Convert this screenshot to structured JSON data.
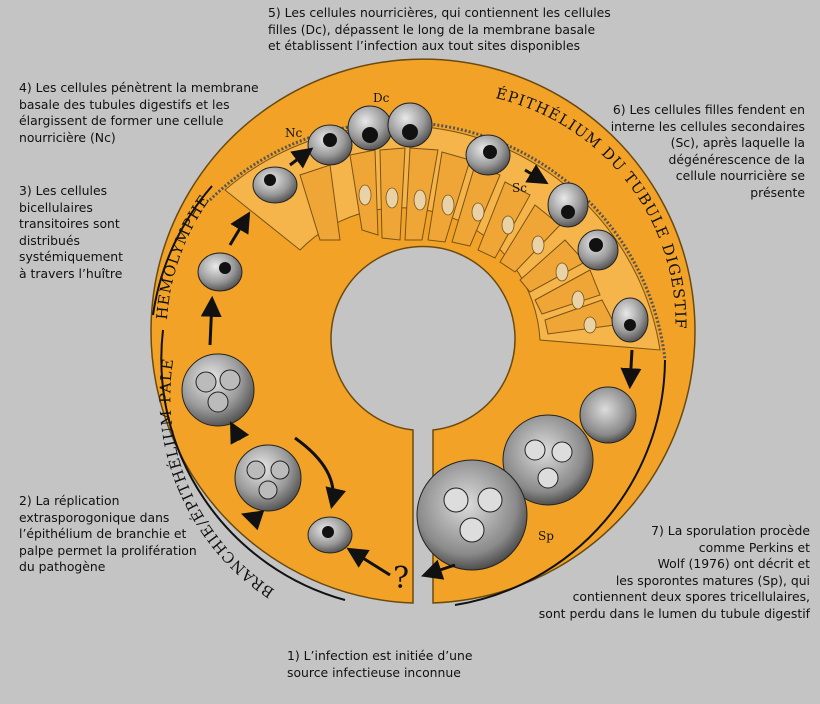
{
  "captions": {
    "step1": [
      "1) L’infection est initiée d’une",
      "source infectieuse inconnue"
    ],
    "step2": [
      "2) La réplication",
      "extrasporogonique dans",
      "l’épithélium de branchie et",
      "palpe permet la prolifération",
      "du pathogène"
    ],
    "step3": [
      "3) Les cellules",
      "bicellulaires",
      "transitoires sont",
      "distribués",
      "systémiquement",
      "à travers l’huître"
    ],
    "step4": [
      "4) Les cellules pénètrent la membrane",
      "basale des tubules digestifs et les",
      "élargissent de former une cellule",
      "nourricière (Nc)"
    ],
    "step5": [
      "5) Les cellules nourricières, qui contiennent les cellules",
      "filles (Dc), dépassent le long de la membrane basale",
      "et établissent l’infection aux tout sites disponibles"
    ],
    "step6": [
      "6) Les cellules filles fendent en",
      "interne les cellules secondaires",
      "(Sc), après laquelle la",
      "dégénérescence de la",
      "cellule nourricière se",
      "présente"
    ],
    "step7": [
      "7)  La sporulation procède",
      "comme Perkins et",
      "Wolf (1976) ont décrit et",
      "les sporontes matures (Sp), qui",
      "contiennent deux spores tricellulaires,",
      "sont perdu dans le lumen du tubule digestif"
    ]
  },
  "ring_labels": {
    "branchie": "BRANCHIE/ÉPITHÉLIUM PALE",
    "hemolymphe": "HÉMOLYMPHE",
    "epithelium": "ÉPITHÉLIUM DU TUBULE DIGESTIF"
  },
  "cell_labels": {
    "nc": "Nc",
    "dc": "Dc",
    "sc": "Sc",
    "sp": "Sp",
    "unknown": "?"
  },
  "colors": {
    "background": "#c4c4c4",
    "orange": "#f2a327",
    "orange_dark": "#d98a12",
    "outline": "#111111"
  }
}
